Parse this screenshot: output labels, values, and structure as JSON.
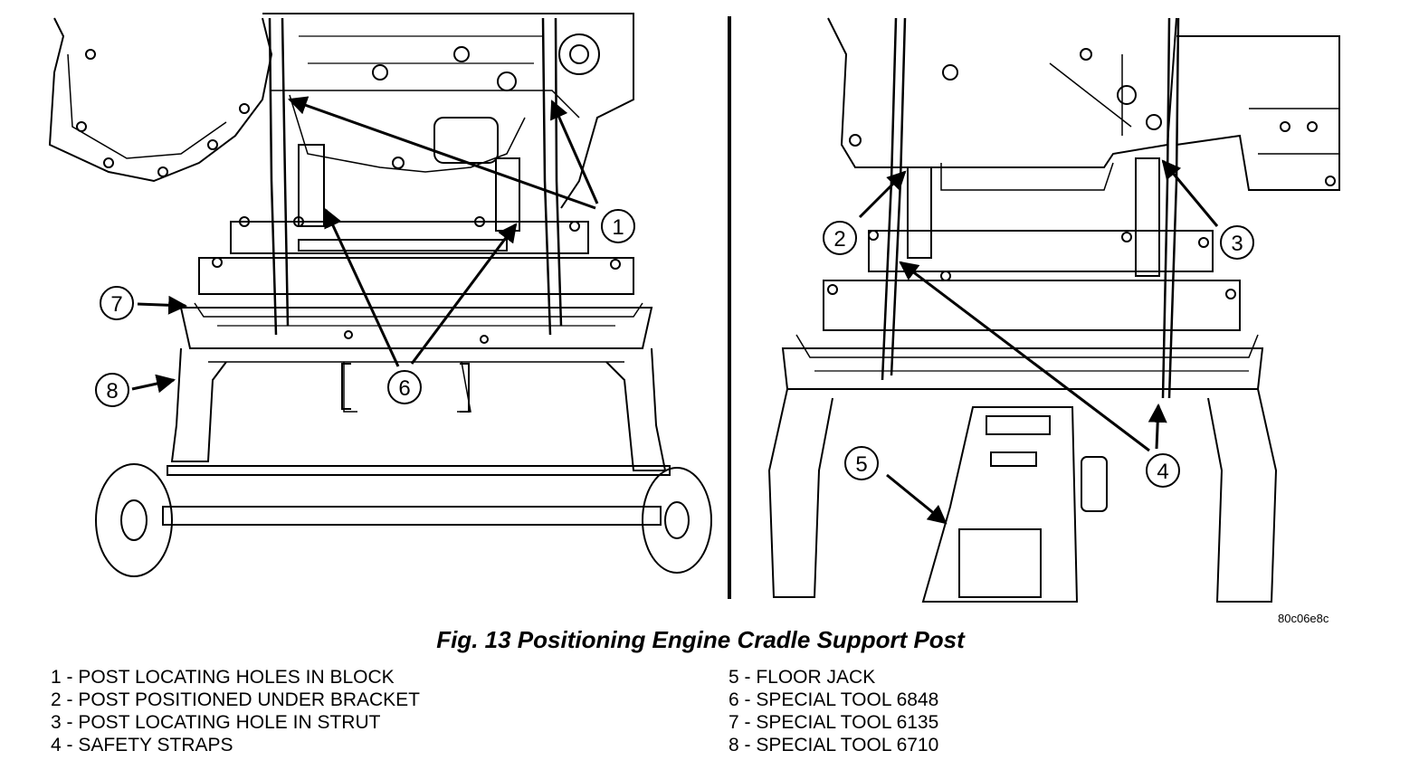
{
  "figure_code": "80c06e8c",
  "caption": "Fig. 13 Positioning Engine Cradle Support Post",
  "callout_labels": [
    "1",
    "2",
    "3",
    "4",
    "5",
    "6",
    "7",
    "8"
  ],
  "legend_left": [
    "1 - POST LOCATING HOLES IN BLOCK",
    "2 - POST POSITIONED UNDER BRACKET",
    "3 - POST LOCATING HOLE IN STRUT",
    "4 - SAFETY STRAPS"
  ],
  "legend_right": [
    "5 - FLOOR JACK",
    "6 - SPECIAL TOOL 6848",
    "7 - SPECIAL TOOL 6135",
    "8 - SPECIAL TOOL 6710"
  ],
  "colors": {
    "ink": "#000000",
    "paper": "#ffffff"
  }
}
